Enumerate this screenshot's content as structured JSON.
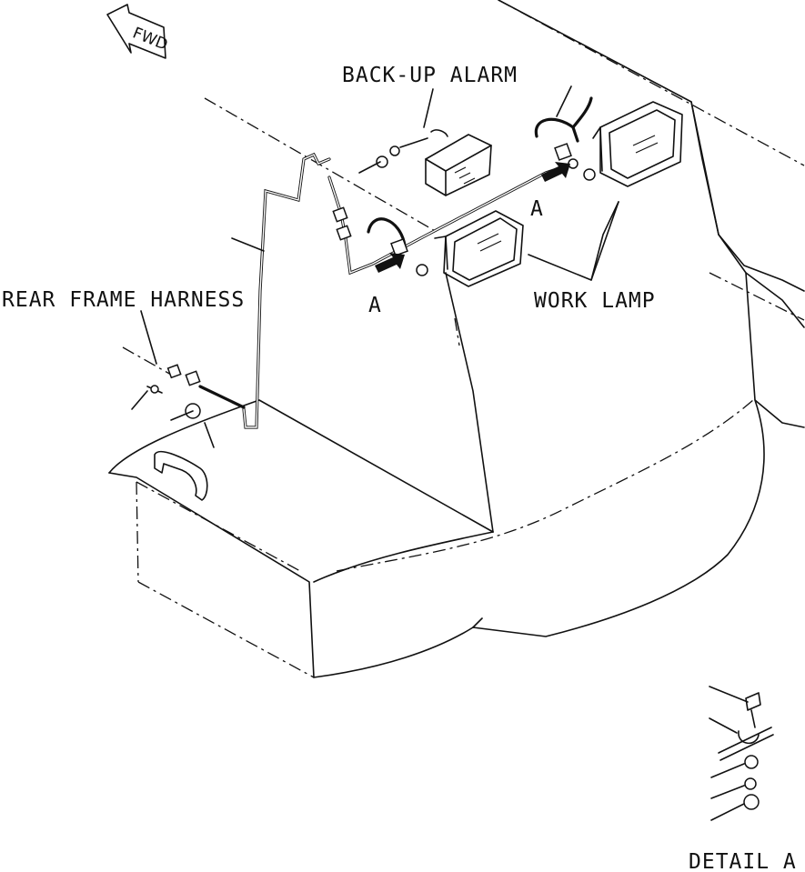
{
  "labels": {
    "fwd": "FWD",
    "backup_alarm": "BACK-UP ALARM",
    "rear_frame_harness": "REAR FRAME HARNESS",
    "work_lamp": "WORK LAMP",
    "arrow_a_left": "A",
    "arrow_a_right": "A",
    "detail_a": "DETAIL A"
  },
  "colors": {
    "ink": "#111111",
    "paper": "#ffffff"
  }
}
